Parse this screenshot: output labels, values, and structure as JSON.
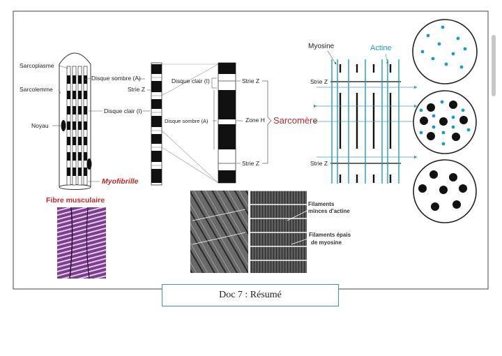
{
  "fibre": {
    "sarcoplasme": "Sarcoplasme",
    "sarcolemme": "Sarcolemme",
    "noyau": "Noyau",
    "disque_sombre": "Disque sombre (A)",
    "strie_z": "Strie Z",
    "disque_clair": "Disque clair (I)",
    "myofibrille": "Myofibrille",
    "fibre_musculaire": "Fibre musculaire"
  },
  "sarcomere": {
    "disque_clair": "Disque clair (I)",
    "strie_z_top": "Strie Z",
    "disque_sombre": "Disque sombre (A)",
    "zone_h": "Zone H",
    "strie_z_bottom": "Strie Z",
    "title": "Sarcomère"
  },
  "filaments": {
    "myosine": "Myosine",
    "actine": "Actine",
    "strie_z_top": "Strie Z",
    "strie_z_bottom": "Strie Z"
  },
  "micrograph": {
    "minces_1": "Filaments",
    "minces_2": "minces d'actine",
    "epais_1": "Filaments épais",
    "epais_2": "de myosine"
  },
  "caption": "Doc 7 : Résumé",
  "colors": {
    "accent_red": "#c0282c",
    "actin_blue": "#1a9cc4",
    "frame_border": "#4a8fa0"
  }
}
